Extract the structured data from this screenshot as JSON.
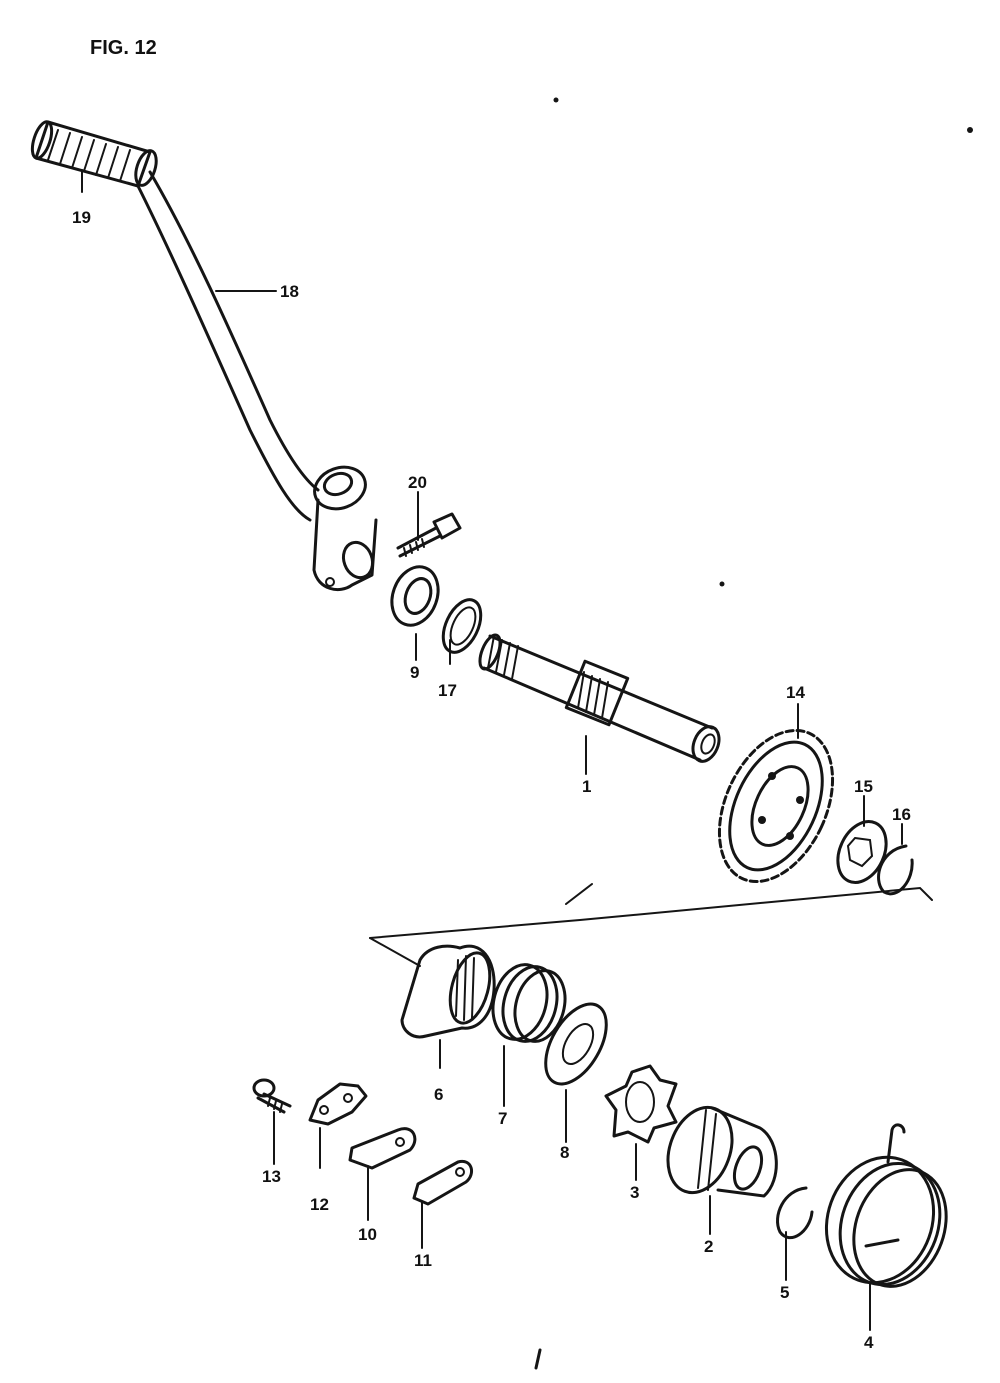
{
  "figure_title": "FIG. 12",
  "callouts": [
    {
      "id": "1",
      "label": "1"
    },
    {
      "id": "2",
      "label": "2"
    },
    {
      "id": "3",
      "label": "3"
    },
    {
      "id": "4",
      "label": "4"
    },
    {
      "id": "5",
      "label": "5"
    },
    {
      "id": "6",
      "label": "6"
    },
    {
      "id": "7",
      "label": "7"
    },
    {
      "id": "8",
      "label": "8"
    },
    {
      "id": "9",
      "label": "9"
    },
    {
      "id": "10",
      "label": "10"
    },
    {
      "id": "11",
      "label": "11"
    },
    {
      "id": "12",
      "label": "12"
    },
    {
      "id": "13",
      "label": "13"
    },
    {
      "id": "14",
      "label": "14"
    },
    {
      "id": "15",
      "label": "15"
    },
    {
      "id": "16",
      "label": "16"
    },
    {
      "id": "17",
      "label": "17"
    },
    {
      "id": "18",
      "label": "18"
    },
    {
      "id": "19",
      "label": "19"
    },
    {
      "id": "20",
      "label": "20"
    }
  ],
  "colors": {
    "ink": "#151515",
    "paper": "#ffffff"
  }
}
